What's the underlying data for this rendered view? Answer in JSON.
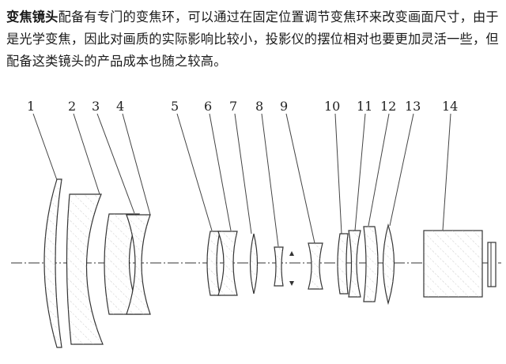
{
  "intro": {
    "term": "变焦镜头",
    "body": "配备有专门的变焦环，可以通过在固定位置调节变焦环来改变画面尺寸，由于是光学变焦，因此对画质的实际影响比较小，投影仪的摆位相对也要更加灵活一些，但配备这类镜头的产品成本也随之较高。"
  },
  "diagram": {
    "labels": [
      "1",
      "2",
      "3",
      "4",
      "5",
      "6",
      "7",
      "8",
      "9",
      "10",
      "11",
      "12",
      "13",
      "14"
    ]
  }
}
